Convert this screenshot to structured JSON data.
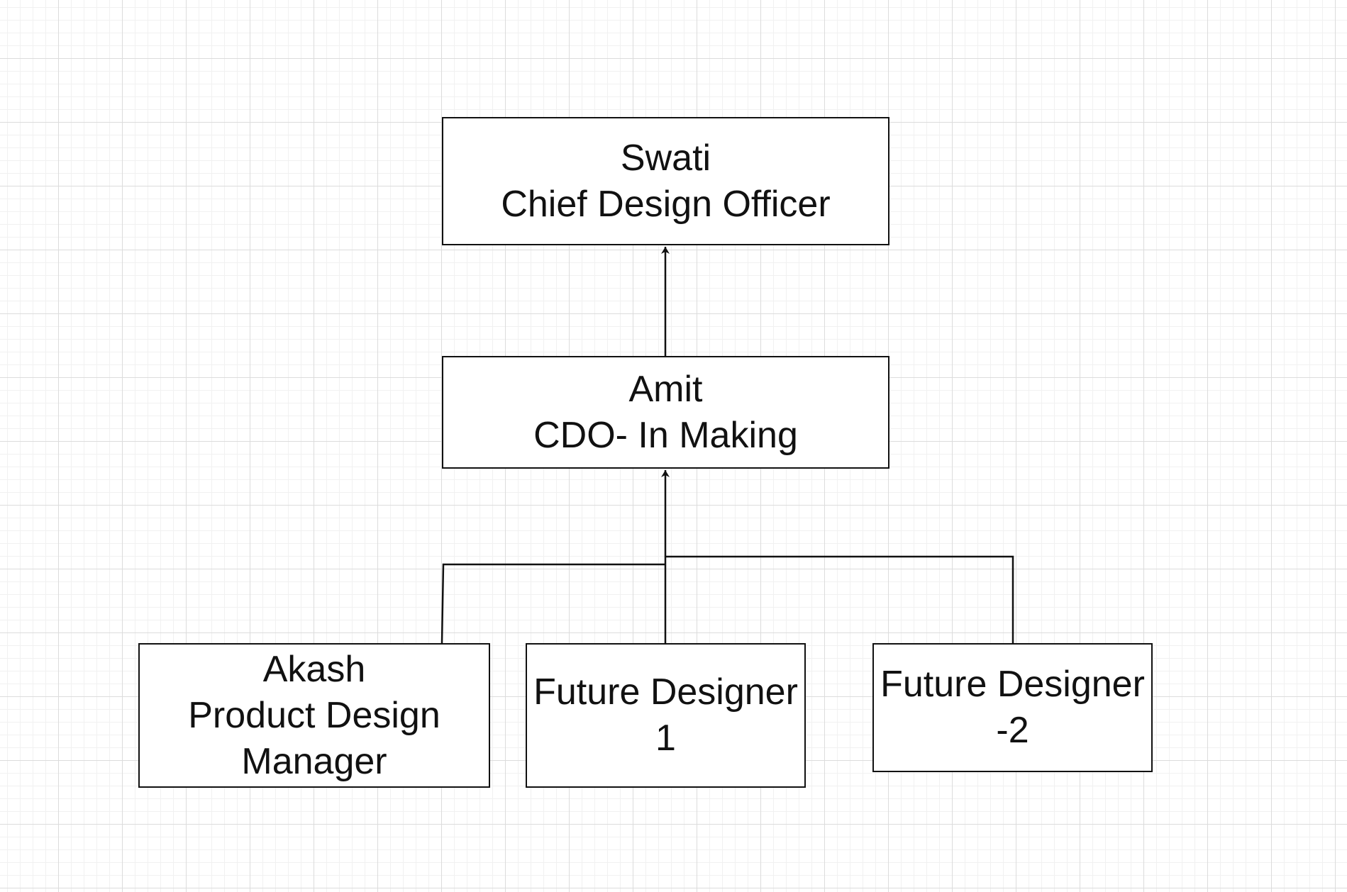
{
  "diagram": {
    "nodes": {
      "swati": {
        "line1": "Swati",
        "line2": "Chief Design Officer"
      },
      "amit": {
        "line1": "Amit",
        "line2": "CDO- In Making"
      },
      "akash": {
        "line1": "Akash",
        "line2": "Product Design Manager"
      },
      "future1": {
        "line1": "Future Designer",
        "line2": "1"
      },
      "future2": {
        "line1": "Future Designer",
        "line2": "-2"
      }
    },
    "edges": [
      {
        "from": "amit",
        "to": "swati"
      },
      {
        "from": "akash",
        "to": "amit"
      },
      {
        "from": "future1",
        "to": "amit"
      },
      {
        "from": "future2",
        "to": "amit"
      }
    ]
  }
}
